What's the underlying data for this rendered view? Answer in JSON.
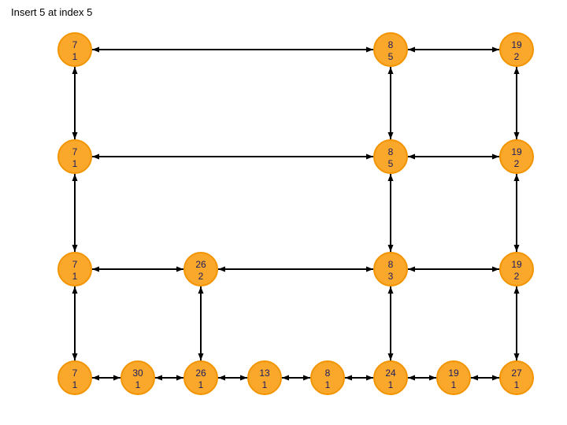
{
  "title": "Insert 5 at index 5",
  "colors": {
    "background": "#ffffff",
    "title_text": "#000000",
    "node_fill": "#faa82c",
    "node_border": "#f29400",
    "node_text": "#1b1b62",
    "edge": "#000000"
  },
  "graph": {
    "node_radius": 21,
    "edge_trim": 22,
    "col_x": [
      95,
      175,
      255,
      336,
      416,
      496,
      576,
      656
    ],
    "row_y": [
      63,
      199,
      342,
      480
    ],
    "nodes": [
      {
        "id": "n0-0",
        "row": 0,
        "col": 0,
        "value": "7",
        "width": "1"
      },
      {
        "id": "n0-5",
        "row": 0,
        "col": 5,
        "value": "8",
        "width": "5"
      },
      {
        "id": "n0-7",
        "row": 0,
        "col": 7,
        "value": "19",
        "width": "2"
      },
      {
        "id": "n1-0",
        "row": 1,
        "col": 0,
        "value": "7",
        "width": "1"
      },
      {
        "id": "n1-5",
        "row": 1,
        "col": 5,
        "value": "8",
        "width": "5"
      },
      {
        "id": "n1-7",
        "row": 1,
        "col": 7,
        "value": "19",
        "width": "2"
      },
      {
        "id": "n2-0",
        "row": 2,
        "col": 0,
        "value": "7",
        "width": "1"
      },
      {
        "id": "n2-2",
        "row": 2,
        "col": 2,
        "value": "26",
        "width": "2"
      },
      {
        "id": "n2-5",
        "row": 2,
        "col": 5,
        "value": "8",
        "width": "3"
      },
      {
        "id": "n2-7",
        "row": 2,
        "col": 7,
        "value": "19",
        "width": "2"
      },
      {
        "id": "n3-0",
        "row": 3,
        "col": 0,
        "value": "7",
        "width": "1"
      },
      {
        "id": "n3-1",
        "row": 3,
        "col": 1,
        "value": "30",
        "width": "1"
      },
      {
        "id": "n3-2",
        "row": 3,
        "col": 2,
        "value": "26",
        "width": "1"
      },
      {
        "id": "n3-3",
        "row": 3,
        "col": 3,
        "value": "13",
        "width": "1"
      },
      {
        "id": "n3-4",
        "row": 3,
        "col": 4,
        "value": "8",
        "width": "1"
      },
      {
        "id": "n3-5",
        "row": 3,
        "col": 5,
        "value": "24",
        "width": "1"
      },
      {
        "id": "n3-6",
        "row": 3,
        "col": 6,
        "value": "19",
        "width": "1"
      },
      {
        "id": "n3-7",
        "row": 3,
        "col": 7,
        "value": "27",
        "width": "1"
      }
    ],
    "edges": [
      [
        "n0-0",
        "n0-5"
      ],
      [
        "n0-5",
        "n0-7"
      ],
      [
        "n1-0",
        "n1-5"
      ],
      [
        "n1-5",
        "n1-7"
      ],
      [
        "n2-0",
        "n2-2"
      ],
      [
        "n2-2",
        "n2-5"
      ],
      [
        "n2-5",
        "n2-7"
      ],
      [
        "n3-0",
        "n3-1"
      ],
      [
        "n3-1",
        "n3-2"
      ],
      [
        "n3-2",
        "n3-3"
      ],
      [
        "n3-3",
        "n3-4"
      ],
      [
        "n3-4",
        "n3-5"
      ],
      [
        "n3-5",
        "n3-6"
      ],
      [
        "n3-6",
        "n3-7"
      ],
      [
        "n0-0",
        "n1-0"
      ],
      [
        "n1-0",
        "n2-0"
      ],
      [
        "n2-0",
        "n3-0"
      ],
      [
        "n2-2",
        "n3-2"
      ],
      [
        "n0-5",
        "n1-5"
      ],
      [
        "n1-5",
        "n2-5"
      ],
      [
        "n2-5",
        "n3-5"
      ],
      [
        "n0-7",
        "n1-7"
      ],
      [
        "n1-7",
        "n2-7"
      ],
      [
        "n2-7",
        "n3-7"
      ]
    ]
  }
}
